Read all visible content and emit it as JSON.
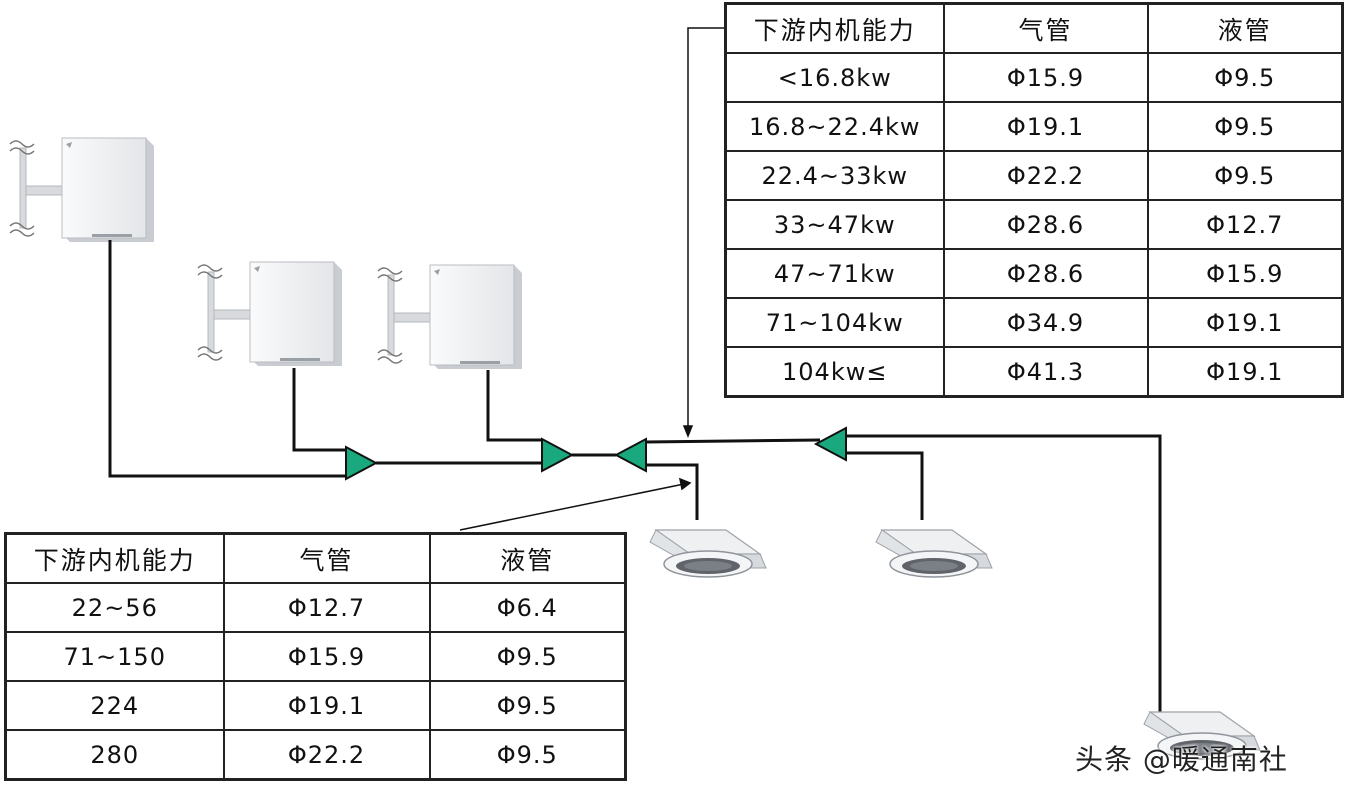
{
  "upper_table": {
    "headers": [
      "下游内机能力",
      "气管",
      "液管"
    ],
    "rows": [
      [
        "<16.8kw",
        "Φ15.9",
        "Φ9.5"
      ],
      [
        "16.8~22.4kw",
        "Φ19.1",
        "Φ9.5"
      ],
      [
        "22.4~33kw",
        "Φ22.2",
        "Φ9.5"
      ],
      [
        "33~47kw",
        "Φ28.6",
        "Φ12.7"
      ],
      [
        "47~71kw",
        "Φ28.6",
        "Φ15.9"
      ],
      [
        "71~104kw",
        "Φ34.9",
        "Φ19.1"
      ],
      [
        "104kw≤",
        "Φ41.3",
        "Φ19.1"
      ]
    ]
  },
  "lower_table": {
    "headers": [
      "下游内机能力",
      "气管",
      "液管"
    ],
    "rows": [
      [
        "22~56",
        "Φ12.7",
        "Φ6.4"
      ],
      [
        "71~150",
        "Φ15.9",
        "Φ9.5"
      ],
      [
        "224",
        "Φ19.1",
        "Φ9.5"
      ],
      [
        "280",
        "Φ22.2",
        "Φ9.5"
      ]
    ]
  },
  "watermark": "头条 @暖通南社",
  "colors": {
    "line": "#111111",
    "joint_fill": "#1aa97e",
    "unit_body": "#f1f2f4",
    "unit_side": "#c9ccd1",
    "cassette_grille": "#5a5e63"
  }
}
